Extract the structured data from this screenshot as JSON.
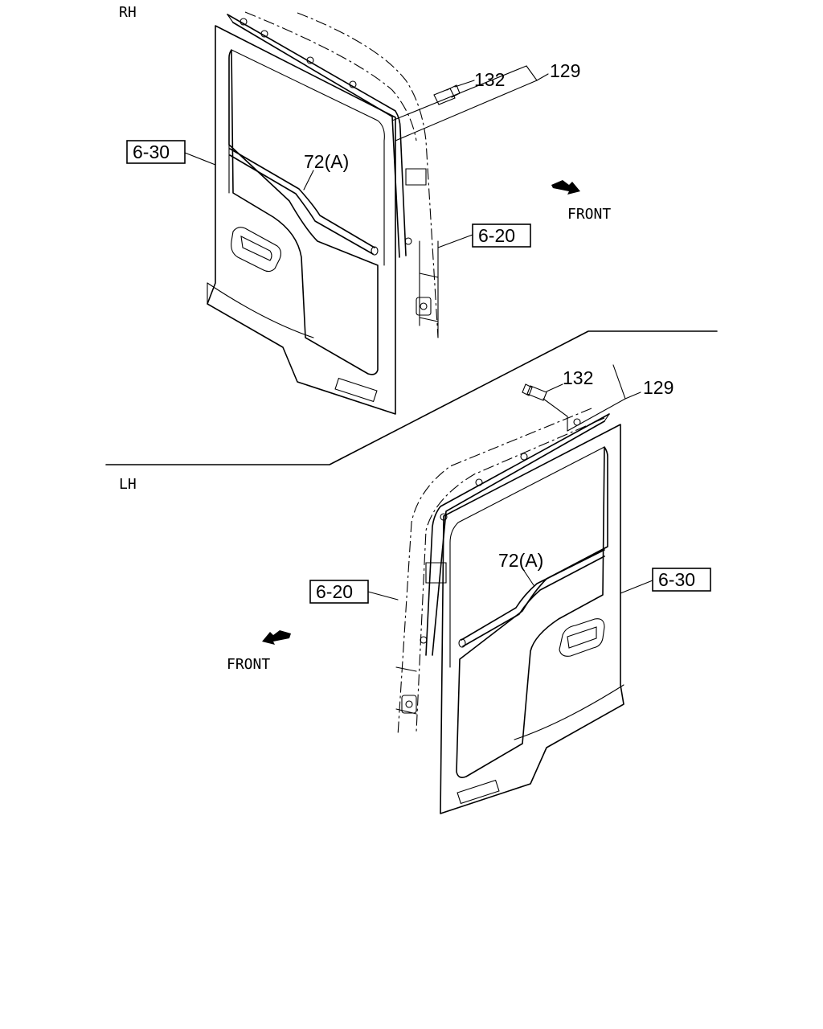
{
  "sections": {
    "rh": {
      "side_label": "RH",
      "refs": {
        "weatherstrip": "72(A)",
        "clip": "132",
        "kit": "129",
        "door_panel": "6-30",
        "body_pillar": "6-20"
      },
      "direction": "FRONT"
    },
    "lh": {
      "side_label": "LH",
      "refs": {
        "weatherstrip": "72(A)",
        "clip": "132",
        "kit": "129",
        "door_panel": "6-30",
        "body_pillar": "6-20"
      },
      "direction": "FRONT"
    }
  },
  "colors": {
    "ink": "#000000",
    "paper": "#ffffff"
  }
}
